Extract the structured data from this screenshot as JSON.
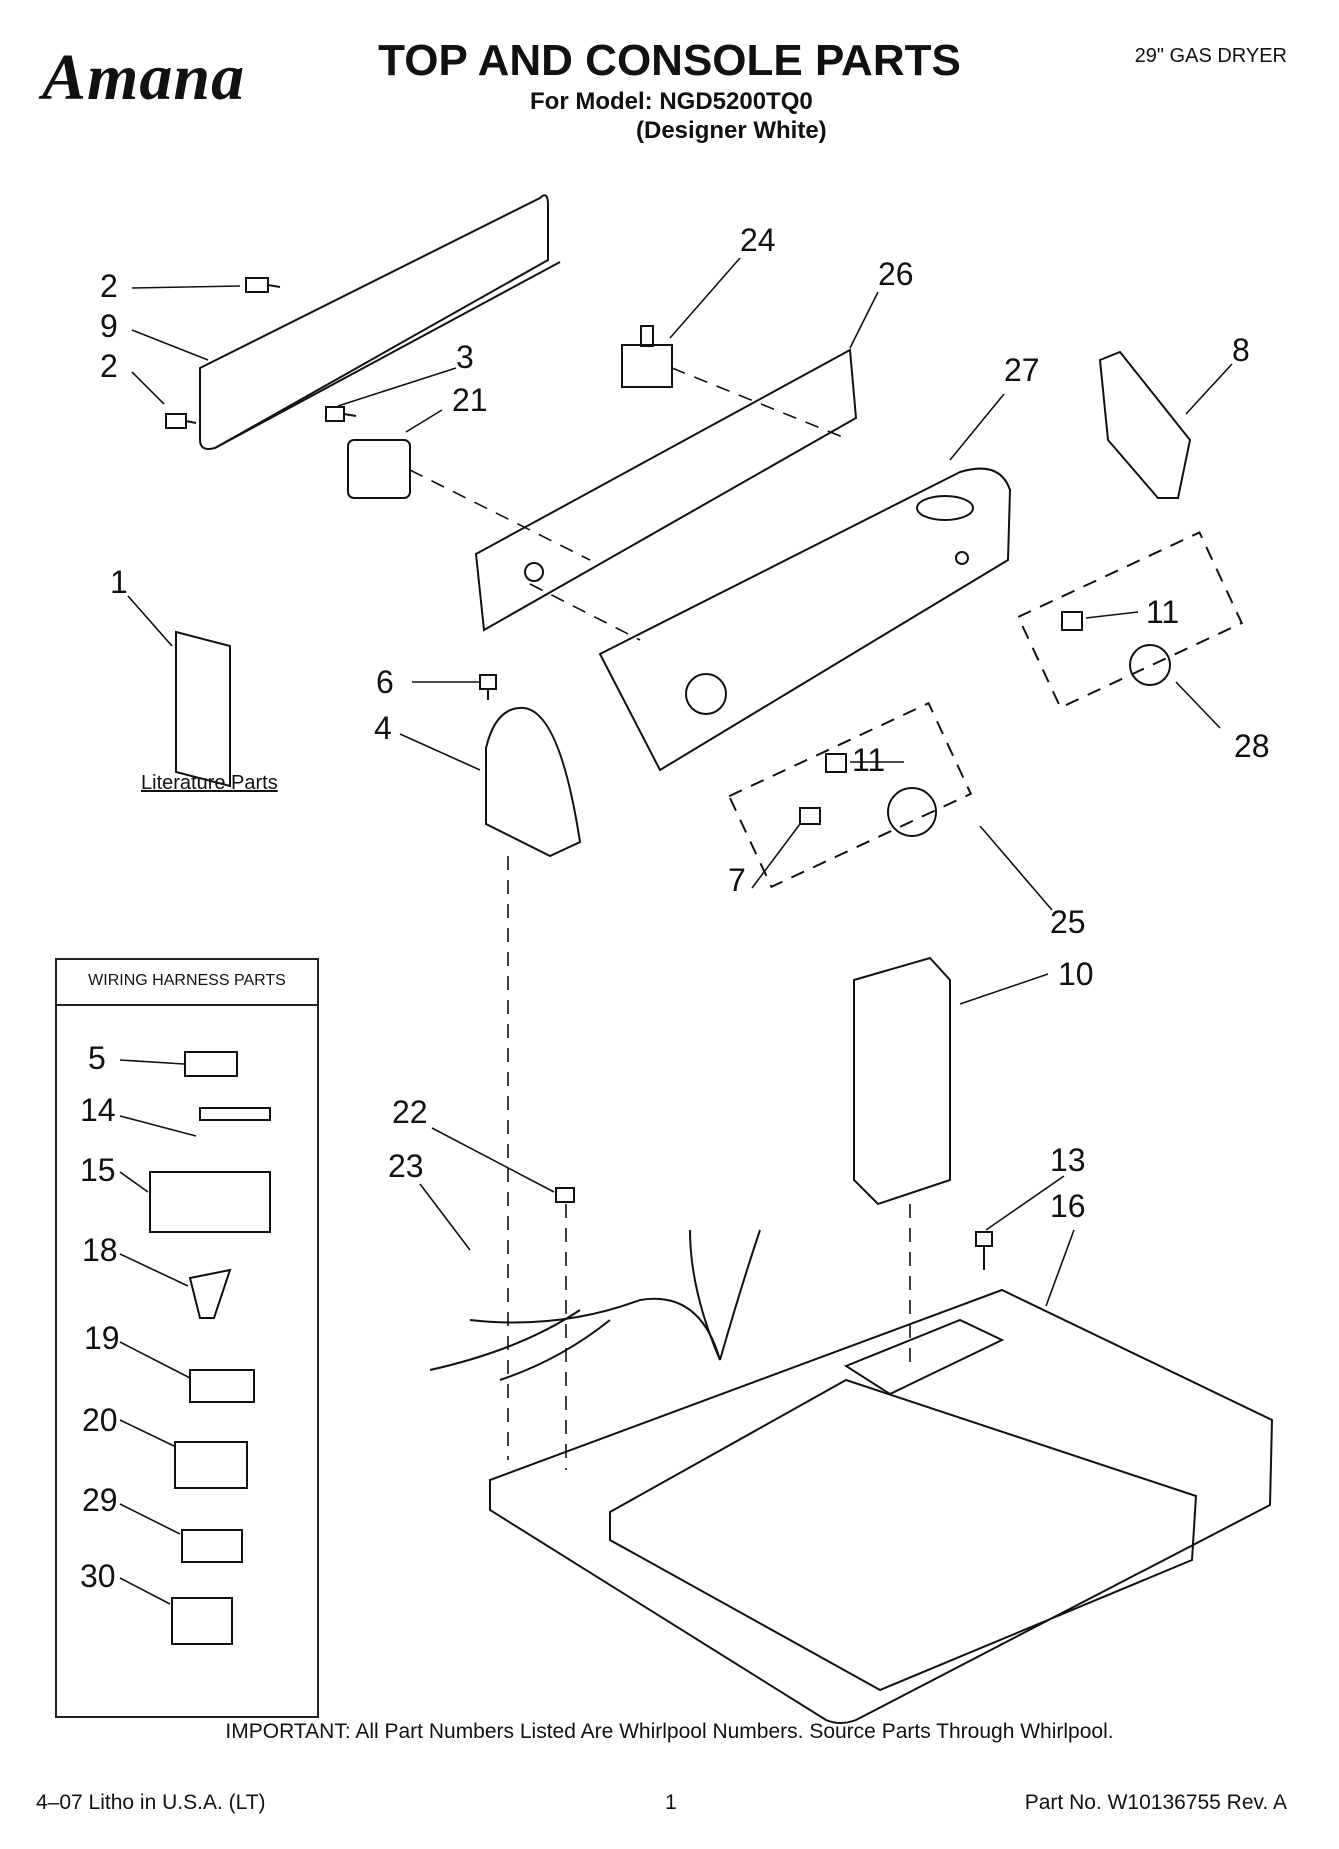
{
  "header": {
    "brand": "Amana",
    "title": "TOP AND CONSOLE PARTS",
    "model_line": "For Model: NGD5200TQ0",
    "variant_line": "(Designer White)",
    "product": "29\" GAS DRYER"
  },
  "diagram": {
    "callouts": [
      "2",
      "9",
      "2",
      "3",
      "21",
      "24",
      "26",
      "27",
      "8",
      "1",
      "6",
      "4",
      "11",
      "11",
      "28",
      "7",
      "25",
      "10",
      "22",
      "23",
      "13",
      "16"
    ],
    "literature_label": "Literature Parts",
    "harness_box": {
      "heading": "WIRING HARNESS PARTS",
      "callouts": [
        "5",
        "14",
        "15",
        "18",
        "19",
        "20",
        "29",
        "30"
      ]
    }
  },
  "footer": {
    "note": "IMPORTANT: All Part Numbers Listed Are Whirlpool Numbers. Source Parts Through Whirlpool.",
    "litho": "4–07 Litho in U.S.A. (LT)",
    "page": "1",
    "part_no": "Part No. W10136755 Rev. A"
  }
}
